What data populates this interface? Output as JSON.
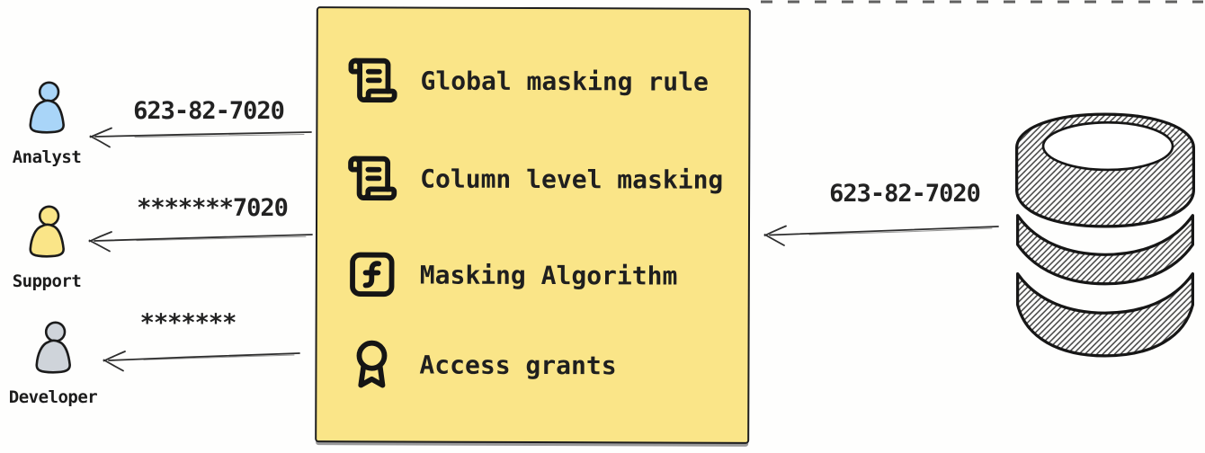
{
  "diagram": {
    "personas": [
      {
        "name": "Analyst",
        "received_value": "623-82-7020",
        "fill": "#A9D5F8"
      },
      {
        "name": "Support",
        "received_value": "*******7020",
        "fill": "#FAE588"
      },
      {
        "name": "Developer",
        "received_value": "*******",
        "fill": "#CFD4DA"
      }
    ],
    "masking_box": {
      "background": "#FAE588",
      "border_color": "#1E1E1E",
      "items": [
        {
          "icon": "scroll-icon",
          "label": "Global masking rule"
        },
        {
          "icon": "scroll-icon",
          "label": "Column level masking"
        },
        {
          "icon": "function-square-icon",
          "label": "Masking Algorithm"
        },
        {
          "icon": "award-icon",
          "label": "Access grants"
        }
      ]
    },
    "database": {
      "icon": "database-icon",
      "outgoing_value": "623-82-7020"
    }
  }
}
